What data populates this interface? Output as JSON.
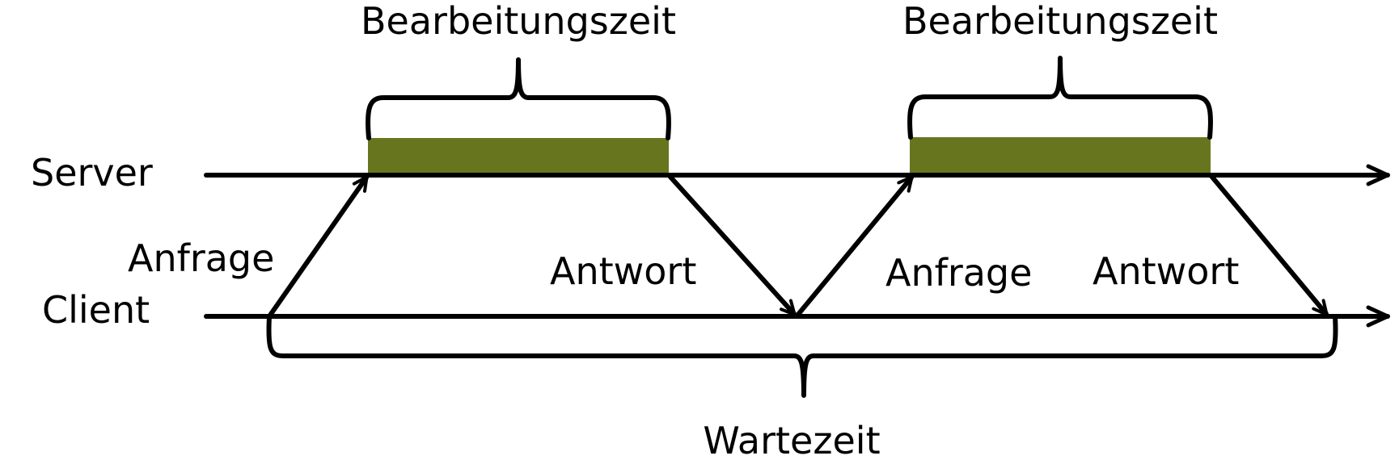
{
  "labels": {
    "server": "Server",
    "client": "Client",
    "request_1": "Anfrage",
    "response_1": "Antwort",
    "request_2": "Anfrage",
    "response_2": "Antwort",
    "processing_time_1": "Bearbeitungszeit",
    "processing_time_2": "Bearbeitungszeit",
    "waiting_time": "Wartezeit"
  },
  "colors": {
    "processing_block": "#67761e",
    "stroke": "#000000"
  }
}
